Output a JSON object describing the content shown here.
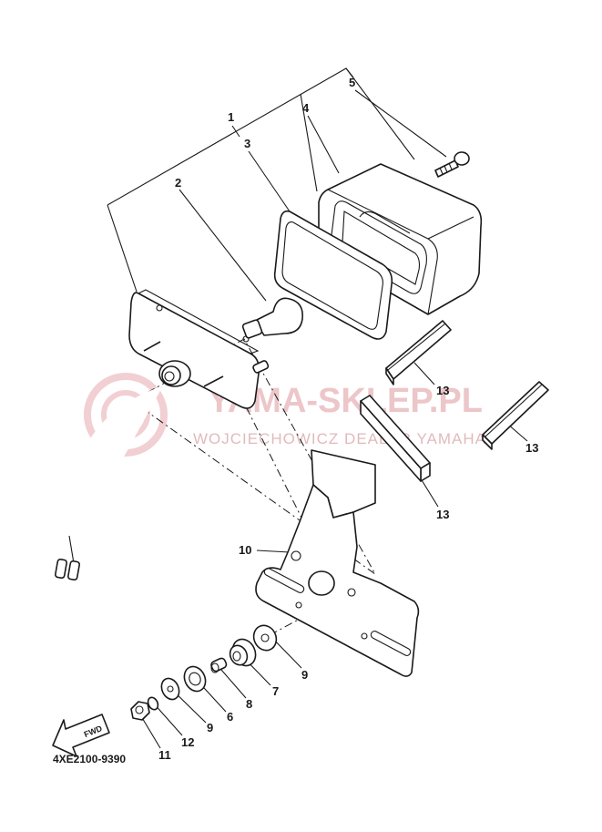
{
  "diagram": {
    "part_code": "4XE2100-9390",
    "fwd_label": "FWD",
    "watermark": {
      "title": "YAMA-SKLEP.PL",
      "subtitle": "WOJCIECHOWICZ DEALER YAMAHA"
    },
    "callouts": [
      "1",
      "2",
      "3",
      "4",
      "5",
      "13",
      "13",
      "13",
      "10",
      "9",
      "7",
      "8",
      "6",
      "9",
      "12",
      "11"
    ]
  }
}
